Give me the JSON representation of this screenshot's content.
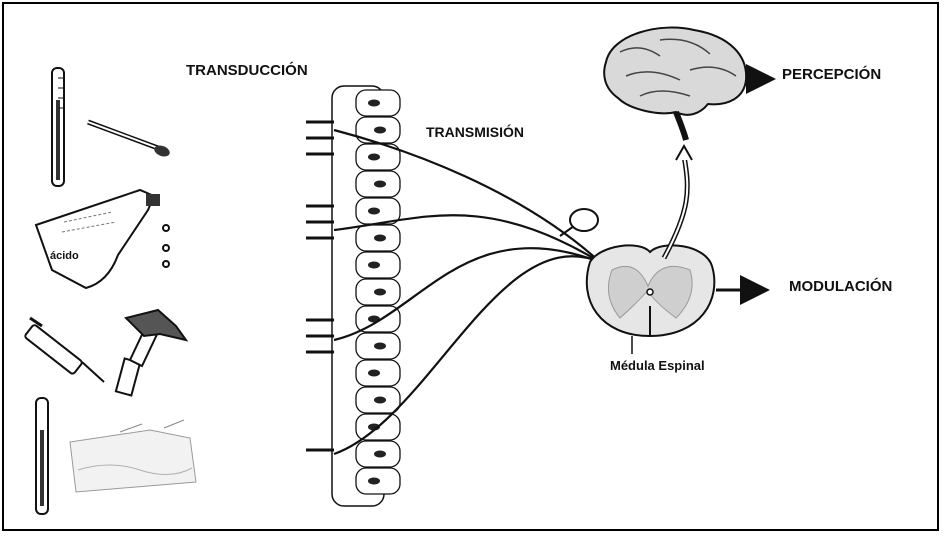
{
  "labels": {
    "transduction": "TRANSDUCCIÓN",
    "transmission": "TRANSMISIÓN",
    "perception": "PERCEPCIÓN",
    "modulation": "MODULACIÓN",
    "spinal_cord": "Médula Espinal",
    "acid": "ácido"
  },
  "colors": {
    "line": "#111111",
    "tissue_fill": "#ffffff",
    "cord_fill": "#e6e6e6",
    "brain_fill": "#d9d9d9"
  },
  "icons": [
    "thermometer-icon",
    "cotton-swab-icon",
    "acid-flask-icon",
    "syringe-icon",
    "hammer-icon",
    "thermometer-icon",
    "skin-surface-icon",
    "brain-icon",
    "spinal-cord-icon",
    "arrow-right-icon"
  ]
}
